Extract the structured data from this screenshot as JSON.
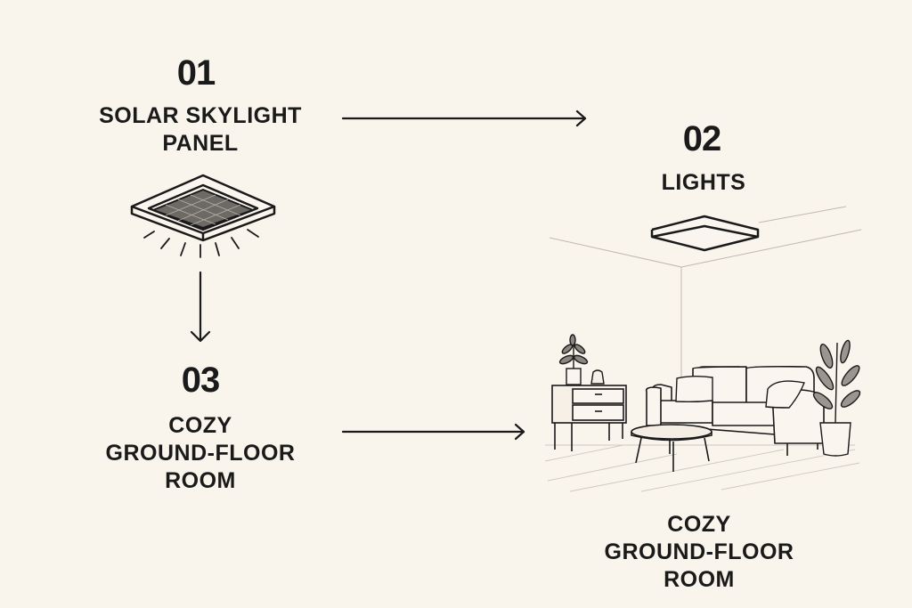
{
  "colors": {
    "background": "#f9f4ec",
    "ink": "#1a1a1a",
    "panel_fill": "#6d6a66",
    "room_line": "#bfb9b0"
  },
  "steps": [
    {
      "number": "01",
      "label_lines": [
        "SOLAR SKYLIGHT",
        "PANEL"
      ],
      "icon": "solar-skylight-panel-icon"
    },
    {
      "number": "02",
      "label_lines": [
        "LIGHTS"
      ],
      "icon": "ceiling-light-icon"
    },
    {
      "number": "03",
      "label_lines": [
        "COZY",
        "GROUND-FLOOR",
        "ROOM"
      ],
      "icon": "down-arrow-icon"
    }
  ],
  "illustration": {
    "caption_lines": [
      "COZY",
      "GROUND-FLOOR",
      "ROOM"
    ],
    "elements": [
      "ceiling-light",
      "sofa",
      "cushions",
      "side-cabinet",
      "potted-plant-small",
      "vase",
      "coffee-table",
      "potted-plant-tall",
      "wood-floor"
    ]
  },
  "connectors": [
    {
      "from": "01",
      "to": "02",
      "direction": "right"
    },
    {
      "from": "01",
      "to": "03",
      "direction": "down"
    },
    {
      "from": "03",
      "to": "room-illustration",
      "direction": "right"
    }
  ]
}
